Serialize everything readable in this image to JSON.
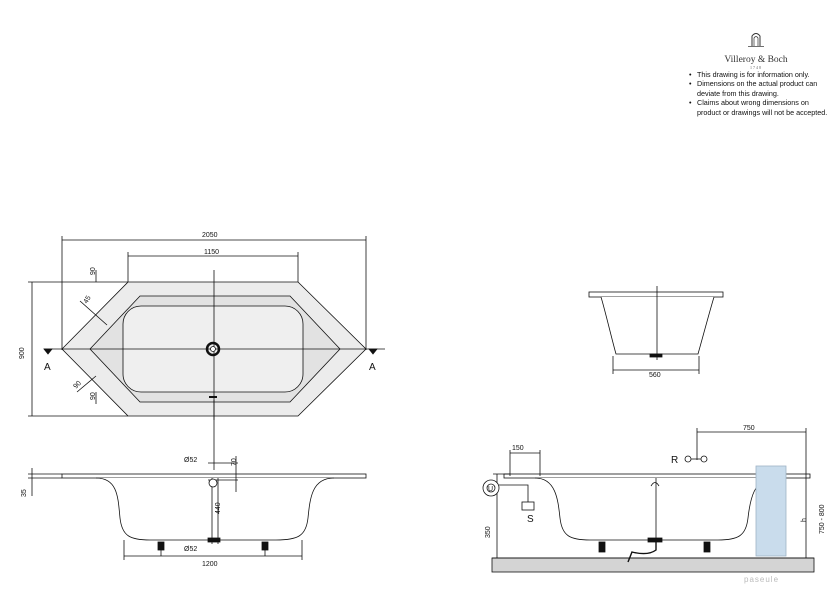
{
  "brand": {
    "name": "Villeroy & Boch",
    "year": "1748"
  },
  "notes": [
    "This drawing is for information only.",
    "Dimensions on the actual product can deviate from this drawing.",
    "Claims about wrong dimensions on product or drawings will not be accepted."
  ],
  "top_view": {
    "overall_length": "2050",
    "inner_length": "1150",
    "width": "900",
    "offset_top": "90",
    "offset_bottom": "90",
    "angle_top": "45",
    "angle_bottom": "90",
    "section_left": "A",
    "section_right": "A"
  },
  "front_view": {
    "rim": "35",
    "drain_diameter": "Ø52",
    "drain_top": "70",
    "drain_height": "440",
    "foot_drain": "Ø52",
    "base_length": "1200"
  },
  "side_view": {
    "base_width": "560"
  },
  "install_view": {
    "trap_offset": "150",
    "label_s": "S",
    "label_r": "R",
    "label_u": "U",
    "r_distance": "750",
    "height_range": "750 - 800",
    "label_h": "h",
    "floor_height": "350"
  },
  "watermark": "paseule"
}
